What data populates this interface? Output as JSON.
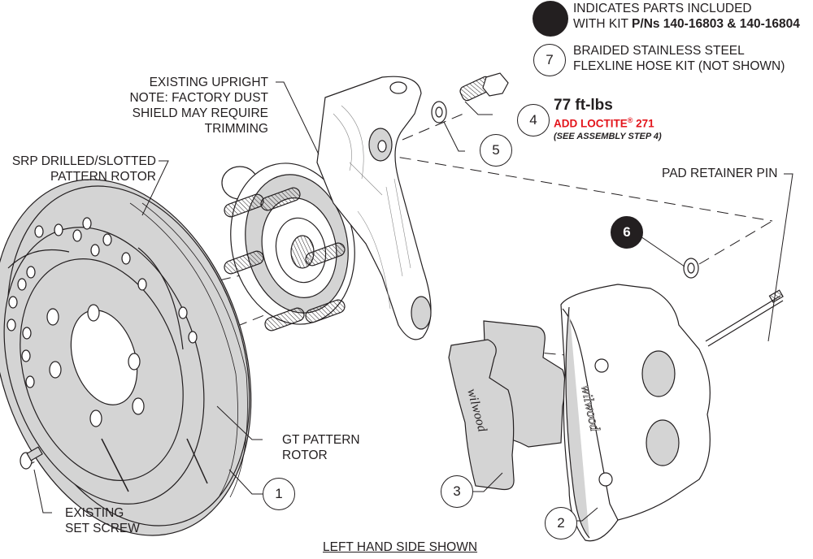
{
  "legend": {
    "included_line1": "INDICATES PARTS INCLUDED",
    "included_line2_prefix": "WITH KIT ",
    "included_line2_bold": "P/Ns 140-16803 & 140-16804",
    "item7_number": "7",
    "item7_line1": "BRAIDED STAINLESS STEEL",
    "item7_line2": "FLEXLINE HOSE KIT (NOT SHOWN)"
  },
  "labels": {
    "upright": [
      "EXISTING UPRIGHT",
      "NOTE: FACTORY DUST",
      "SHIELD MAY REQUIRE",
      "TRIMMING"
    ],
    "srp_rotor": [
      "SRP DRILLED/SLOTTED",
      "PATTERN ROTOR"
    ],
    "gt_rotor": [
      "GT PATTERN",
      "ROTOR"
    ],
    "set_screw": [
      "EXISTING",
      "SET SCREW"
    ],
    "pad_pin": "PAD RETAINER PIN",
    "footer": "LEFT HAND SIDE SHOWN"
  },
  "torque": {
    "value": "77 ft-lbs",
    "loctite_prefix": "ADD LOCTITE",
    "loctite_reg": "®",
    "loctite_suffix": " 271",
    "note": "(SEE ASSEMBLY STEP 4)"
  },
  "callouts": [
    {
      "number": "1",
      "part": "rotor",
      "filled": false
    },
    {
      "number": "2",
      "part": "caliper",
      "filled": false
    },
    {
      "number": "3",
      "part": "brake-pads",
      "filled": false
    },
    {
      "number": "4",
      "part": "mounting-bolt",
      "filled": false
    },
    {
      "number": "5",
      "part": "washer",
      "filled": false
    },
    {
      "number": "6",
      "part": "shim-washer",
      "filled": true
    }
  ],
  "colors": {
    "ink": "#231f20",
    "part_fill": "#d4d4d4",
    "loctite_red": "#e3141b"
  }
}
